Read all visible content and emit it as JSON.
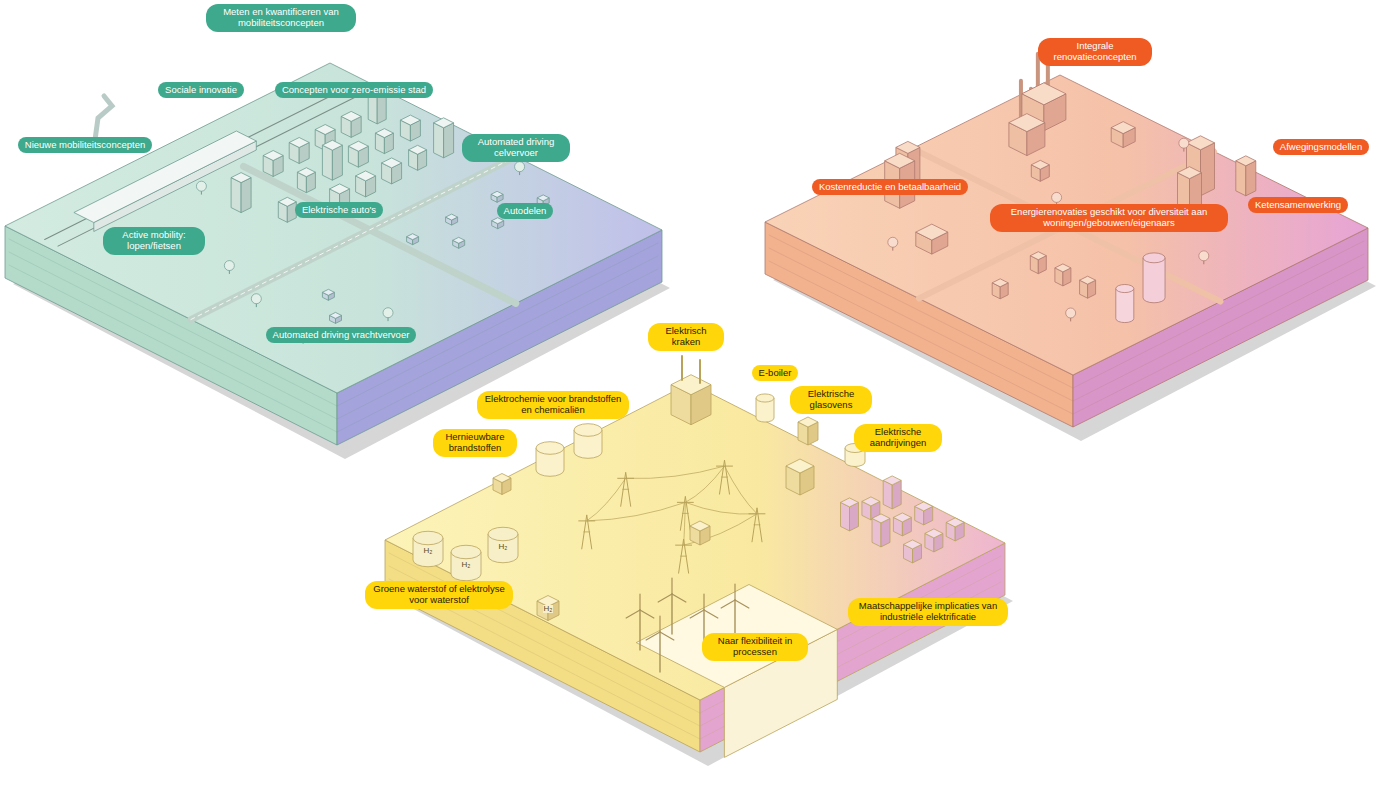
{
  "diagram": {
    "nodes": [
      {
        "text": [
          "Meten en kwantificeren van mobiliteitsconcepten"
        ]
      },
      {
        "text": [
          "Sociale innovatie"
        ]
      },
      {
        "text": [
          "Concepten voor zero-emissie stad"
        ]
      },
      {
        "text": [
          "Nieuwe mobiliteitsconcepten"
        ]
      },
      {
        "text": [
          "Automated driving celvervoer"
        ]
      },
      {
        "text": [
          "Elektrische auto's"
        ]
      },
      {
        "text": [
          "Autodelen"
        ]
      },
      {
        "text": [
          "Active mobility: lopen/fietsen"
        ]
      },
      {
        "text": [
          "Automated driving vrachtvervoer"
        ]
      },
      {
        "text": [
          "Integrale renovatieconcepten"
        ]
      },
      {
        "text": [
          "Afwegingsmodellen"
        ]
      },
      {
        "text": [
          "Kostenreductie en betaalbaarheid"
        ]
      },
      {
        "text": [
          "Energierenovaties geschikt voor diversiteit aan woningen/gebouwen/eigenaars"
        ]
      },
      {
        "text": [
          "Ketensamenwerking"
        ]
      },
      {
        "text": [
          "Elektrisch kraken"
        ]
      },
      {
        "text": [
          "E-boiler"
        ]
      },
      {
        "text": [
          "Elektrochemie voor brandstoffen en chemicaliën"
        ]
      },
      {
        "text": [
          "Elektrische glasovens"
        ]
      },
      {
        "text": [
          "Hernieuwbare brandstoffen"
        ]
      },
      {
        "text": [
          "Elektrische aandrijvingen"
        ]
      },
      {
        "text": [
          "Groene waterstof of elektrolyse voor waterstof"
        ]
      },
      {
        "text": [
          "Naar flexibiliteit in processen"
        ]
      },
      {
        "text": [
          "Maatschappelijke implicaties van industriële elektrificatie"
        ]
      }
    ],
    "labels": [
      "H₂",
      "H₂",
      "H₂",
      "H₂"
    ]
  }
}
